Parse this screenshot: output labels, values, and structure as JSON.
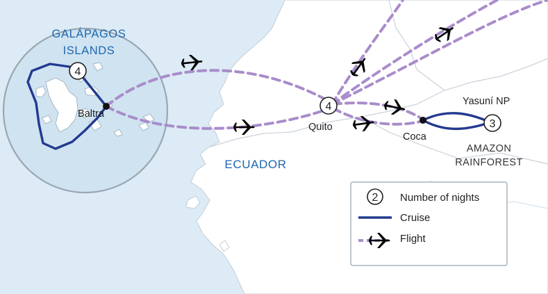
{
  "map": {
    "regions": {
      "galapagos_line1": "GALÁPAGOS",
      "galapagos_line2": "ISLANDS",
      "ecuador": "ECUADOR",
      "amazon_line1": "AMAZON",
      "amazon_line2": "RAINFOREST"
    },
    "places": {
      "baltra": "Baltra",
      "quito": "Quito",
      "coca": "Coca",
      "yasuni": "Yasuní NP"
    },
    "nights": {
      "galapagos": "4",
      "quito": "4",
      "yasuni": "3"
    },
    "legend": {
      "badge_example": "2",
      "nights_label": "Number of nights",
      "cruise_label": "Cruise",
      "flight_label": "Flight"
    },
    "colors": {
      "ocean": "#dcebf5",
      "land": "#ffffff",
      "inset_circle": "#cfe3f1",
      "cruise": "#233a8f",
      "flight": "#a98ccb",
      "region_text": "#1e66ad"
    }
  }
}
